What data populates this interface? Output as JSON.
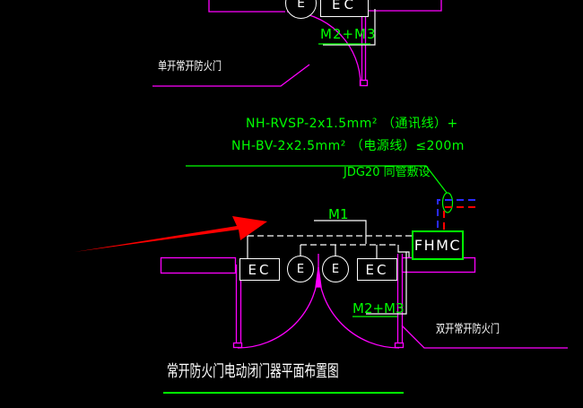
{
  "drawing": {
    "title": "常开防火门电动闭门器平面布置图",
    "labels": {
      "top_door_label": "单开常开防火门",
      "bottom_door_label": "双开常开防火门",
      "m2m3_top": "M2+M3",
      "m2m3_bottom": "M2+M3",
      "m1_label": "M1",
      "fhmc_label": "FHMC",
      "conduit_note": "JDG20 同管敷设",
      "cable_line1": "NH-RVSP-2x1.5mm² （通讯线）+",
      "cable_line2": "NH-BV-2x2.5mm² （电源线）≤200m"
    },
    "devices": {
      "ec_top": "EC",
      "ec_left": "EC",
      "ec_right": "EC",
      "e_top": "E",
      "e_left": "E",
      "e_right": "E"
    },
    "colors": {
      "background": "#000000",
      "wall_magenta": "#FF00FF",
      "annotation_green": "#00FF00",
      "linework_white": "#FFFFFF",
      "arrow_red": "#FF0000",
      "power_wire_red": "#FF0000",
      "signal_wire_blue": "#2A2AFF"
    }
  }
}
